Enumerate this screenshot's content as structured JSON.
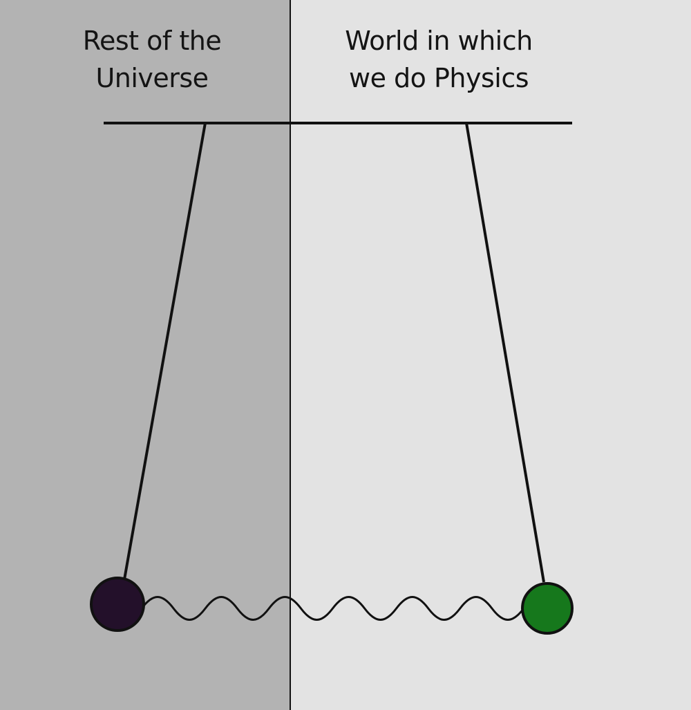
{
  "panels": {
    "left": {
      "label_line1": "Rest of the",
      "label_line2": "Universe",
      "color": "#b3b3b3"
    },
    "right": {
      "label_line1": "World in which",
      "label_line2": "we do Physics",
      "color": "#e3e3e3"
    }
  },
  "pendulums": {
    "left_bob_color": "#23102a",
    "right_bob_color": "#16781c"
  },
  "colors": {
    "line": "#111111",
    "spring": "#111111"
  }
}
